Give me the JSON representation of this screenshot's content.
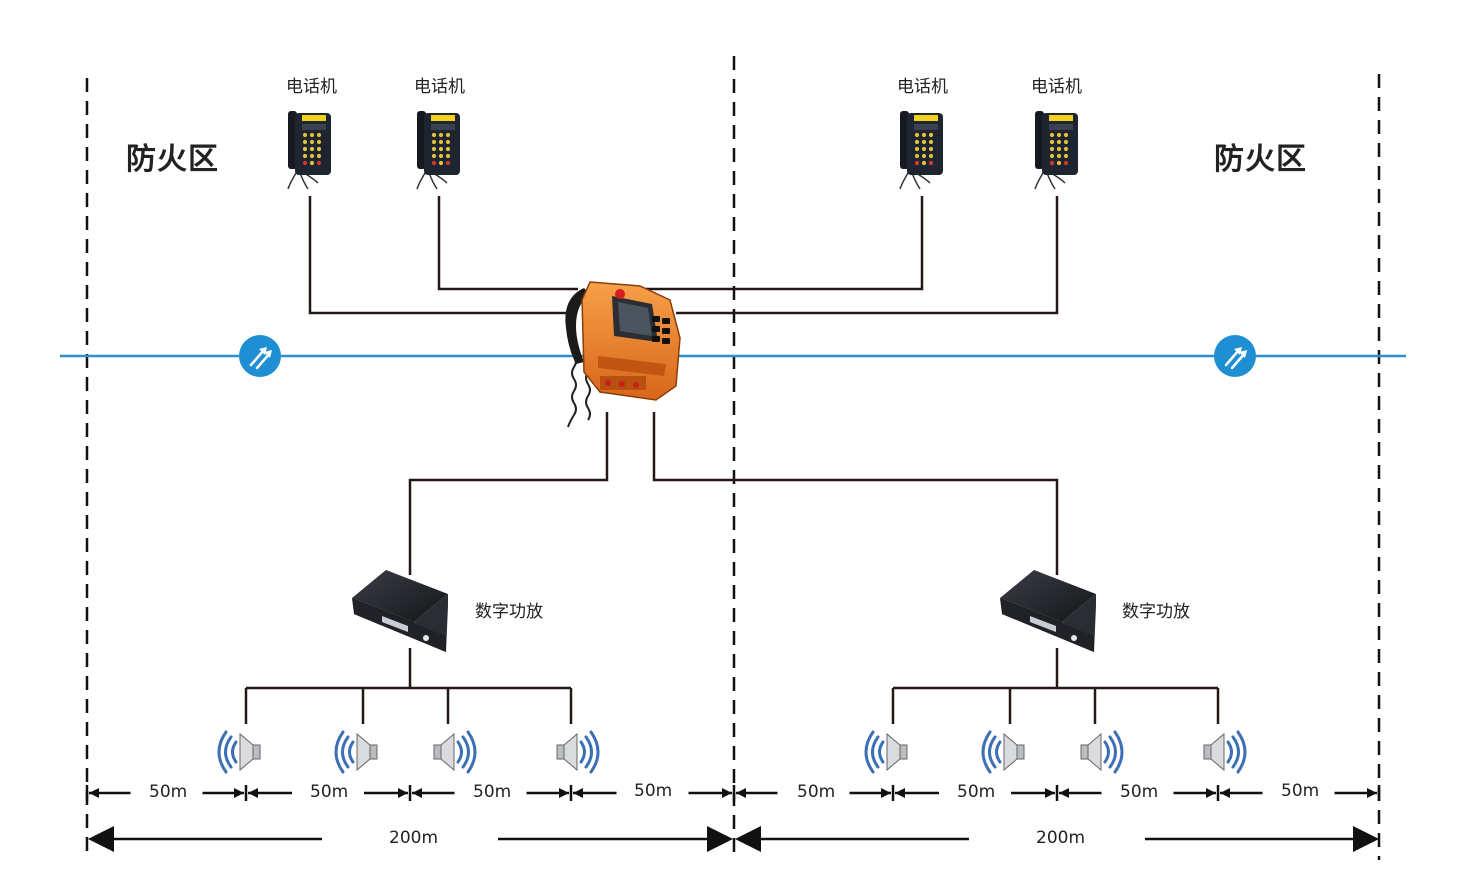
{
  "zones": [
    {
      "label": "防火区"
    },
    {
      "label": "防火区"
    }
  ],
  "telephones": [
    {
      "label": "电话机"
    },
    {
      "label": "电话机"
    },
    {
      "label": "电话机"
    },
    {
      "label": "电话机"
    }
  ],
  "amplifiers": [
    {
      "label": "数字功放"
    },
    {
      "label": "数字功放"
    }
  ],
  "segment_dimensions": [
    "50m",
    "50m",
    "50m",
    "50m",
    "50m",
    "50m",
    "50m",
    "50m"
  ],
  "total_dimensions": [
    "200m",
    "200m"
  ],
  "icons": {
    "telephone": "explosion-proof-telephone-icon",
    "central_device": "orange-broadcast-terminal-icon",
    "amplifier": "digital-amplifier-icon",
    "speaker": "speaker-icon",
    "node": "network-node-icon"
  },
  "colors": {
    "wire": "#231815",
    "network_line": "#2e8fc9",
    "node": "#1f8fd3",
    "device_orange": "#f08a24",
    "speaker_waves": "#3d6fb5",
    "telephone_body": "#1e2430"
  }
}
